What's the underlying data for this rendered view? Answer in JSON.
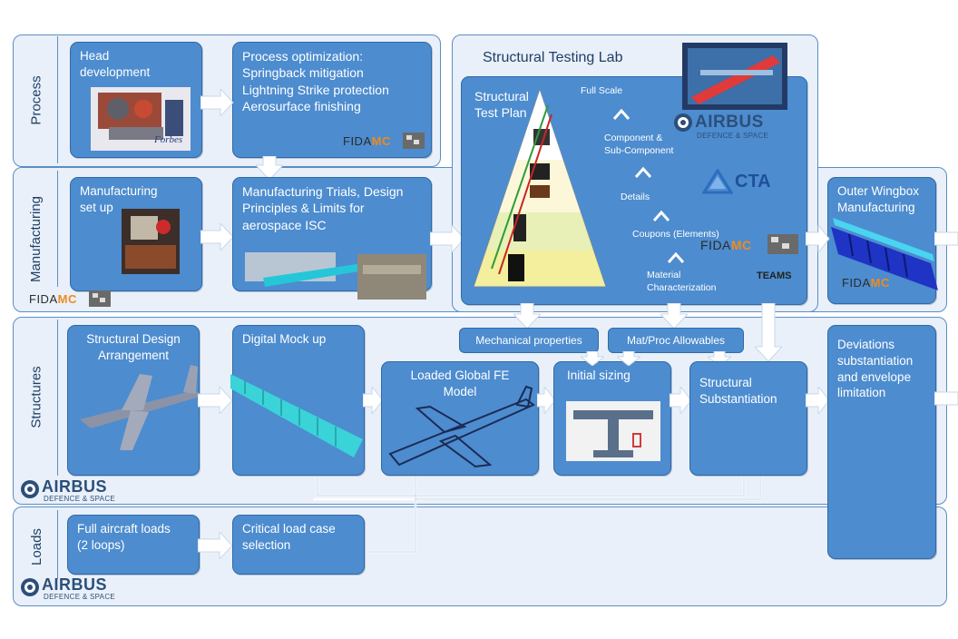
{
  "lanes": {
    "process": "Process",
    "manufacturing": "Manufacturing",
    "structures": "Structures",
    "loads": "Loads"
  },
  "boxes": {
    "head_development": "Head\ndevelopment",
    "process_optimization": "Process optimization:\nSpringback mitigation\nLightning Strike protection\nAerosurface finishing",
    "manufacturing_setup": "Manufacturing\nset up",
    "manufacturing_trials": "Manufacturing Trials, Design\nPrinciples & Limits for\naerospace ISC",
    "structural_testing_lab": "Structural Testing Lab",
    "structural_test_plan": "Structural\nTest Plan",
    "outer_wingbox": "Outer Wingbox\nManufacturing",
    "structural_design": "Structural Design\nArrangement",
    "digital_mockup": "Digital Mock up",
    "loaded_global_fe": "Loaded Global FE\nModel",
    "initial_sizing": "Initial sizing",
    "structural_substantiation": "Structural\nSubstantiation",
    "deviations": "Deviations\nsubstantiation\nand envelope\nlimitation",
    "full_aircraft_loads": "Full aircraft loads\n(2 loops)",
    "critical_load_case": "Critical load case\nselection",
    "mechanical_properties": "Mechanical properties",
    "mat_proc_allowables": "Mat/Proc Allowables"
  },
  "pyramid_labels": {
    "full_scale": "Full Scale",
    "component": "Component  &\nSub-Component",
    "details": "Details",
    "coupons": "Coupons (Elements)",
    "material": "Material\nCharacterization"
  },
  "logos": {
    "fida_prefix": "FIDA",
    "fida_suffix": "MC",
    "airbus": "AIRBUS",
    "airbus_sub": "DEFENCE & SPACE",
    "cta": "CTA",
    "teams": "TEAMS",
    "forbes": "Forbes"
  },
  "colors": {
    "box_fill": "#4d8ccf",
    "box_border": "#2f6aa8",
    "lane_fill": "#e9f0f9",
    "lane_border": "#5b8ec4",
    "fida_accent": "#f08a1c"
  }
}
